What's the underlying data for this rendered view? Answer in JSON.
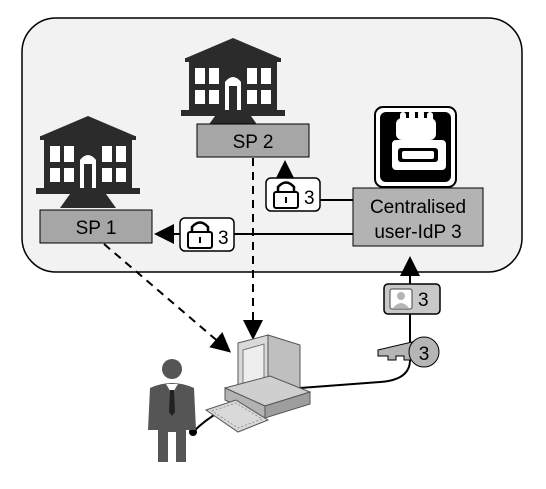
{
  "sp1": {
    "label": "SP 1"
  },
  "sp2": {
    "label": "SP 2"
  },
  "idp": {
    "line1": "Centralised",
    "line2": "user-IdP 3"
  },
  "badges": {
    "lock_sp2": "3",
    "lock_sp1": "3",
    "user_card": "3",
    "key": "3"
  },
  "icons": {
    "building": "building-icon",
    "lock": "lock-icon",
    "id_card": "id-card-icon",
    "key": "key-icon",
    "computer": "computer-icon",
    "user": "user-icon",
    "smartcard": "smartcard-icon"
  },
  "colors": {
    "panel_fill": "#f2f2f2",
    "label_box": "#a6a6a6",
    "idp_box": "#b3b3b3",
    "building": "#2b2b2b",
    "person": "#555555"
  }
}
